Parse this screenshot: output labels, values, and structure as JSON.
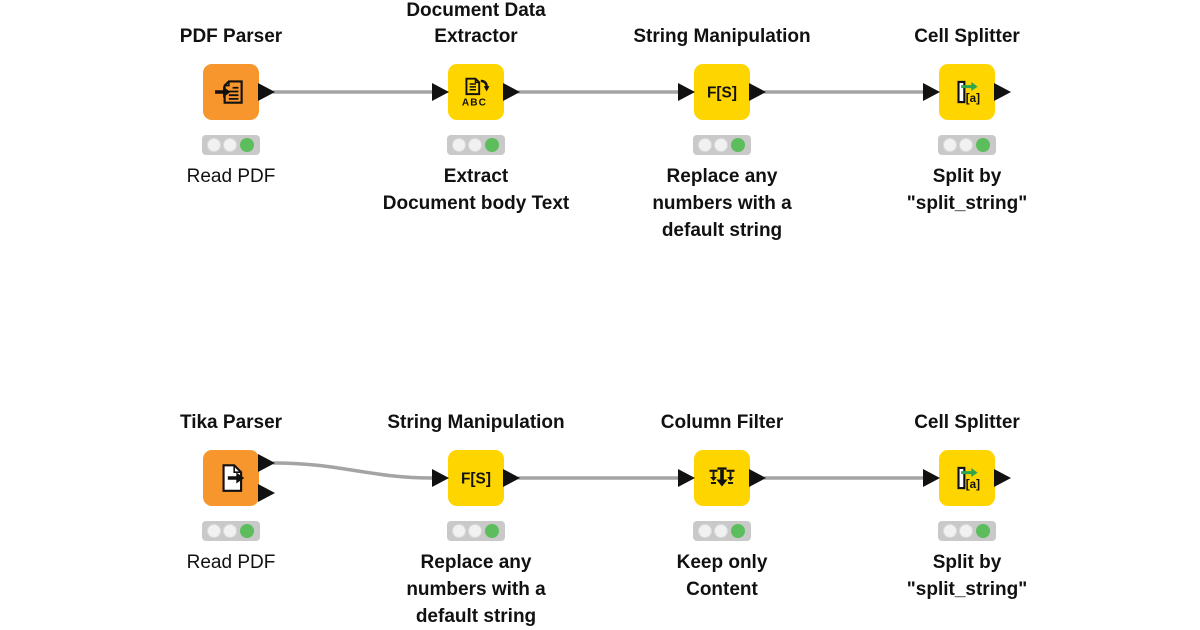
{
  "app": {
    "name": "KNIME workflow canvas",
    "background": "#FFFFFF"
  },
  "colors": {
    "source_node": "#F7962D",
    "manipulator_node": "#FFD500",
    "connection": "#A4A4A4",
    "port": "#111111",
    "status_idle": "#F1F1F1",
    "status_executed_green": "#5CBD5C",
    "status_bar_bg": "#C9C9C9",
    "splitter_arrow_green": "#2FA64D"
  },
  "rows": [
    {
      "nodes": [
        {
          "title": "PDF Parser",
          "label": "Read PDF",
          "label_weight": "normal",
          "status": "executed",
          "icon": "pdf-parser-icon"
        },
        {
          "title": "Document Data\nExtractor",
          "label": "Extract\nDocument body Text",
          "label_weight": "bold",
          "status": "executed",
          "icon": "document-data-extractor-icon"
        },
        {
          "title": "String Manipulation",
          "label": "Replace any\nnumbers with a\ndefault string",
          "label_weight": "bold",
          "status": "executed",
          "icon": "string-manipulation-icon"
        },
        {
          "title": "Cell Splitter",
          "label": "Split by\n\"split_string\"",
          "label_weight": "bold",
          "status": "executed",
          "icon": "cell-splitter-icon"
        }
      ]
    },
    {
      "nodes": [
        {
          "title": "Tika Parser",
          "label": "Read PDF",
          "label_weight": "normal",
          "status": "executed",
          "icon": "tika-parser-icon"
        },
        {
          "title": "String Manipulation",
          "label": "Replace any\nnumbers with a\ndefault string",
          "label_weight": "bold",
          "status": "executed",
          "icon": "string-manipulation-icon"
        },
        {
          "title": "Column Filter",
          "label": "Keep only\nContent",
          "label_weight": "bold",
          "status": "executed",
          "icon": "column-filter-icon"
        },
        {
          "title": "Cell Splitter",
          "label": "Split by\n\"split_string\"",
          "label_weight": "bold",
          "status": "executed",
          "icon": "cell-splitter-icon"
        }
      ]
    }
  ],
  "connections": [
    {
      "from": "PDF Parser",
      "to": "Document Data Extractor"
    },
    {
      "from": "Document Data Extractor",
      "to": "String Manipulation"
    },
    {
      "from": "String Manipulation",
      "to": "Cell Splitter"
    },
    {
      "from": "Tika Parser",
      "to": "String Manipulation"
    },
    {
      "from": "String Manipulation",
      "to": "Column Filter"
    },
    {
      "from": "Column Filter",
      "to": "Cell Splitter"
    }
  ]
}
